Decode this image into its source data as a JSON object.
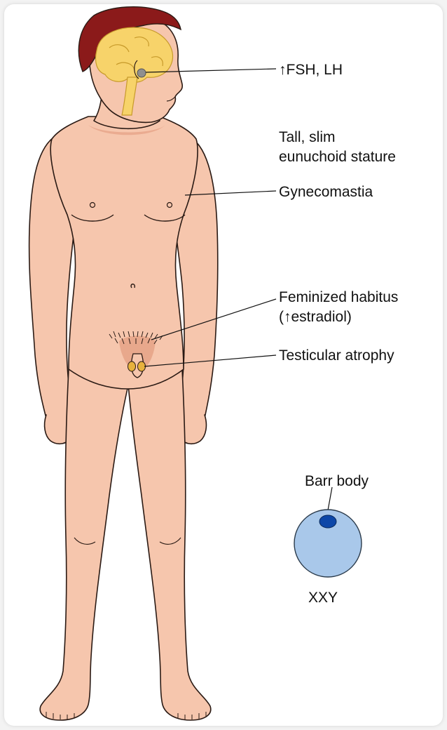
{
  "labels": {
    "fsh_lh": "↑FSH, LH",
    "stature_line1": "Tall, slim",
    "stature_line2": "eunuchoid stature",
    "gynecomastia": "Gynecomastia",
    "feminized_line1": "Feminized habitus",
    "feminized_line2": "(↑estradiol)",
    "testicular": "Testicular atrophy",
    "barr_body": "Barr body",
    "karyotype": "XXY"
  },
  "colors": {
    "skin": "#f6c6ad",
    "skin_shadow": "#e7a488",
    "hair": "#8b1a1a",
    "brain": "#f7d36a",
    "pituitary": "#8f8f8f",
    "testes": "#e7b23d",
    "cell": "#a9c8ea",
    "barr_body": "#0d47a8",
    "outline": "#2a1a14"
  }
}
